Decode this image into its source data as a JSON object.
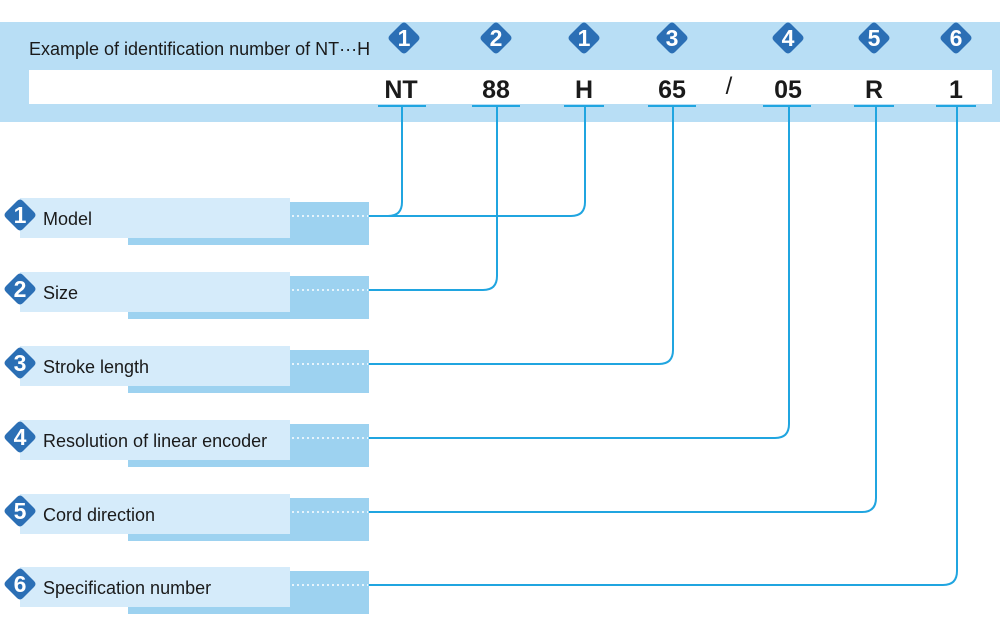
{
  "header": {
    "title": "Example of identification number of NT···H",
    "segments": [
      {
        "text": "NT",
        "marker": "1"
      },
      {
        "text": "88",
        "marker": "2"
      },
      {
        "text": "H",
        "marker": "1"
      },
      {
        "text": "65",
        "marker": "3"
      },
      {
        "text": "05",
        "marker": "4"
      },
      {
        "text": "R",
        "marker": "5"
      },
      {
        "text": "1",
        "marker": "6"
      }
    ],
    "separator": "/"
  },
  "fields": [
    {
      "number": "1",
      "label": "Model"
    },
    {
      "number": "2",
      "label": "Size"
    },
    {
      "number": "3",
      "label": "Stroke length"
    },
    {
      "number": "4",
      "label": "Resolution of linear encoder"
    },
    {
      "number": "5",
      "label": "Cord direction"
    },
    {
      "number": "6",
      "label": "Specification number"
    }
  ],
  "colors": {
    "band": "#b8def5",
    "row_fill": "#ffffff",
    "label_fill": "#d5ebfa",
    "label_shadow": "#9dd2f0",
    "line": "#20a5e0",
    "marker": "#2b6fb5",
    "text": "#1a1a1a"
  }
}
